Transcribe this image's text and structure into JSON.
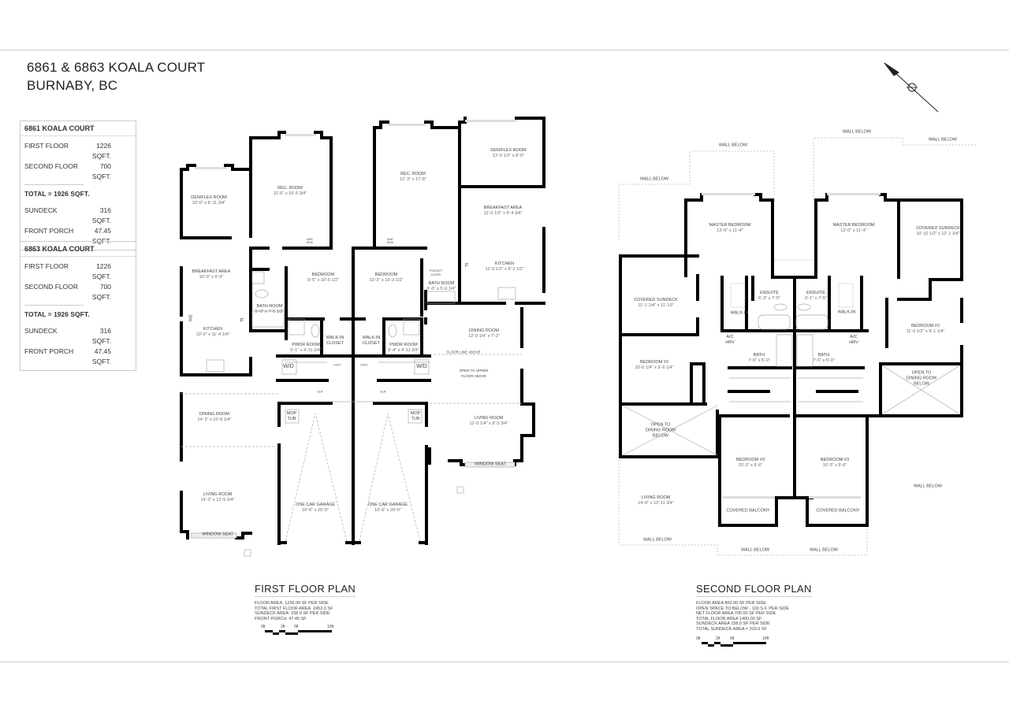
{
  "header": {
    "line1": "6861 & 6863 KOALA COURT",
    "line2": "BURNABY, BC"
  },
  "units": [
    {
      "name": "6861 KOALA COURT",
      "first_label": "FIRST FLOOR",
      "first_value": "1226 SQFT.",
      "second_label": "SECOND FLOOR",
      "second_value": "700 SQFT.",
      "total": "TOTAL  =  1926 SQFT.",
      "sundeck_label": "SUNDECK",
      "sundeck_value": "316 SQFT.",
      "porch_label": "FRONT PORCH",
      "porch_value": "47.45 SQFT."
    },
    {
      "name": "6863 KOALA COURT",
      "first_label": "FIRST FLOOR",
      "first_value": "1226 SQFT.",
      "second_label": "SECOND FLOOR",
      "second_value": "700 SQFT.",
      "total": "TOTAL  =  1926 SQFT.",
      "sundeck_label": "SUNDECK",
      "sundeck_value": "316 SQFT.",
      "porch_label": "FRONT PORCH",
      "porch_value": "47.45 SQFT."
    }
  ],
  "first_floor": {
    "title": "FIRST FLOOR PLAN",
    "notes": [
      "FLOOR AREA: 1226.00 SF PER SIDE",
      "TOTAL FIRST FLOOR AREA: 2452.0 SF",
      "SUNDECK AREA: 158.0 SF PER SIDE",
      "FRONT PORCH: 47.45 SF"
    ],
    "rooms": [
      {
        "name": "DEN/FLEX ROOM",
        "dims": "10'-0\" x 8'-11 3/4\""
      },
      {
        "name": "REC. ROOM",
        "dims": "11'-6\" x 15'-5 3/4\""
      },
      {
        "name": "REC. ROOM",
        "dims": "12'-3\" x 17'-8\""
      },
      {
        "name": "DEN/FLEX ROOM",
        "dims": "12'-0 1/2\" x 8'-0\""
      },
      {
        "name": "BREAKFAST AREA",
        "dims": "12'-0 1/2\" x 8'-4 3/4\""
      },
      {
        "name": "BREAKFAST AREA",
        "dims": "10'-0\" x 9'-0\""
      },
      {
        "name": "BEDROOM",
        "dims": "9'-5\" x 10'-5 1/2\""
      },
      {
        "name": "BEDROOM",
        "dims": "10'-2\" x 10'-3 1/2\""
      },
      {
        "name": "BATH ROOM",
        "dims": "9'-0\" x 5'-0 1/4\""
      },
      {
        "name": "KITCHEN",
        "dims": "12'-0 1/2\" x 9'-2 1/2\""
      },
      {
        "name": "BATH ROOM",
        "dims": "5'-0\" x 7'-5 1/2\""
      },
      {
        "name": "KITCHEN",
        "dims": "10'-0\" x 11'-4 1/4\""
      },
      {
        "name": "PWDR ROOM",
        "dims": "5'-1\" x 4'-11 3/4\""
      },
      {
        "name": "PWDR ROOM",
        "dims": "5'-4\" x 4'-11 3/4\""
      },
      {
        "name": "DINING ROOM",
        "dims": "12'-0 1/4\" x 7'-2\""
      },
      {
        "name": "DINING ROOM",
        "dims": "14'-3\" x 10'-6 1/4\""
      },
      {
        "name": "LIVING ROOM",
        "dims": "12'-0 1/4\" x 8'-5 3/4\""
      },
      {
        "name": "LIVING ROOM",
        "dims": "14'-3\" x 12'-5 3/4\""
      },
      {
        "name": "ONE CAR GARAGE",
        "dims": "10'-6\" x 20'-0\""
      },
      {
        "name": "ONE CAR GARAGE",
        "dims": "10'-6\" x 20'-0\""
      }
    ],
    "tags": {
      "walk_in": "WALK-IN",
      "closet": "CLOSET",
      "wd": "W/D",
      "mop": "MOP",
      "tub": "TUB",
      "window_seat": "WINDOW SEAT",
      "floor_line": "FLOOR LINE ABOVE",
      "open_upper": "OPEN TO UPPER",
      "floor_above": "FLOOR ABOVE",
      "pocket": "POCKET",
      "door": "DOOR",
      "dw": "DW",
      "f": "F",
      "bar": "BAR",
      "sink": "SINK",
      "hwt": "H.W.T",
      "elr": "ELR"
    }
  },
  "second_floor": {
    "title": "SECOND FLOOR PLAN",
    "notes": [
      "FLOOR AREA 800.00  SF PER SIDE",
      "OPEN SPACE TO BELOW - 100 S.F. PER SIDE",
      "NET FLOOR AREA 700.00  SF PER SIDE",
      "TOTAL FLOOR AREA 1400.00  SF",
      "SUNDECK AREA  158.0 SF PER SIDE",
      "TOTAL SUNDECK AREA = 316.0  SF"
    ],
    "rooms": [
      {
        "name": "MASTER BEDROOM",
        "dims": "12'-0\" x 11'-4\""
      },
      {
        "name": "MASTER BEDROOM",
        "dims": "12'-0\" x 11'-4\""
      },
      {
        "name": "COVERED SUNDECK",
        "dims": "10'-10 1/2\" x 12'-1 3/4\""
      },
      {
        "name": "COVERED SUNDECK",
        "dims": "11'-1 1/4\" x 11'-10\""
      },
      {
        "name": "ENSUITE",
        "dims": "6'-3\" x 7'-5\""
      },
      {
        "name": "ENSUITE",
        "dims": "6'-1\" x 7'-5\""
      },
      {
        "name": "BEDROOM #2",
        "dims": "11'-0 1/2\" x 9'-1 1/4\""
      },
      {
        "name": "BATH",
        "dims": "7'-5\" x 5'-0\""
      },
      {
        "name": "BATH",
        "dims": "7'-5\" x 5'-0\""
      },
      {
        "name": "BEDROOM #2",
        "dims": "10'-0 1/4\" x 9'-6 1/4\""
      },
      {
        "name": "BEDROOM #3",
        "dims": "10'-3\" x 9'-6\""
      },
      {
        "name": "BEDROOM #3",
        "dims": "10'-3\" x 9'-6\""
      },
      {
        "name": "LIVING ROOM",
        "dims": "14'-9\" x 12'-11 3/4\""
      }
    ],
    "tags": {
      "wall_below": "WALL BELOW",
      "walk_in": "WALK-IN",
      "ac": "A/C",
      "hrv": "HRV",
      "open_to": "OPEN TO",
      "dining_room": "DINING ROOM",
      "below": "BELOW",
      "covered_balcony": "COVERED  BALCONY"
    }
  },
  "scale": {
    "ticks": [
      "0ft",
      "2ft",
      "5ft",
      "10ft"
    ]
  },
  "icons": {
    "compass": "north-arrow-icon"
  }
}
